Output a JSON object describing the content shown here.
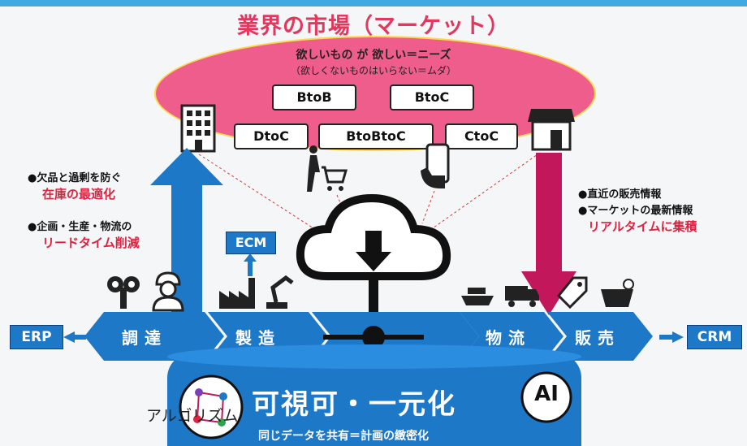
{
  "title": "業界の市場（マーケット）",
  "market": {
    "needs": "欲しいもの が 欲しい＝ニーズ",
    "needs_sub": "（欲しくないものはいらない＝ムダ）",
    "types": [
      "BtoB",
      "BtoC",
      "DtoC",
      "BtoBtoC",
      "CtoC"
    ]
  },
  "left_notes": {
    "note1": "●欠品と過剰を防ぐ",
    "note1_red": "在庫の最適化",
    "note2": "●企画・生産・物流の",
    "note2_red": "リードタイム削減"
  },
  "right_notes": {
    "note1": "●直近の販売情報",
    "note2": "●マーケットの最新情報",
    "note_red": "リアルタイムに集積"
  },
  "ecm": "ECM",
  "erp": "ERP",
  "crm": "CRM",
  "chain": [
    "調達",
    "製造",
    "物流",
    "販売"
  ],
  "platform": {
    "main": "可視可・一元化",
    "sub": "同じデータを共有＝計画の緻密化",
    "algorithm": "アルゴリズム",
    "ai": "AI"
  },
  "colors": {
    "blue": "#1e78c8",
    "pink": "#ef5d8c",
    "red": "#e0213f",
    "magenta": "#c2185b"
  }
}
